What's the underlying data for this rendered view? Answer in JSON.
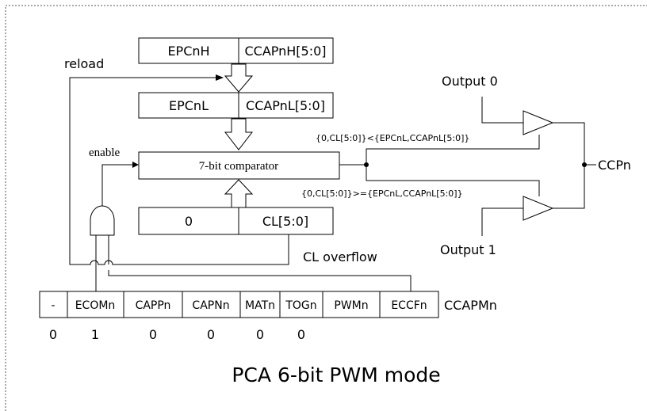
{
  "registers_top": {
    "high": {
      "left": "EPCnH",
      "right": "CCAPnH[5:0]"
    },
    "low": {
      "left": "EPCnL",
      "right": "CCAPnL[5:0]"
    }
  },
  "labels": {
    "reload": "reload",
    "enable": "enable",
    "comparator": "7-bit comparator",
    "counter_left": "0",
    "counter_right": "CL[5:0]",
    "cl_overflow": "CL overflow",
    "output0": "Output 0",
    "output1": "Output 1",
    "ccpn": "CCPn",
    "cond_less": "{0,CL[5:0]}<{EPCnL,CCAPnL[5:0]}",
    "cond_ge": "{0,CL[5:0]}>={EPCnL,CCAPnL[5:0]}"
  },
  "ccapm": {
    "name": "CCAPMn",
    "bits": [
      "-",
      "ECOMn",
      "CAPPn",
      "CAPNn",
      "MATn",
      "TOGn",
      "PWMn",
      "ECCFn"
    ],
    "values": [
      "0",
      "1",
      "0",
      "0",
      "0",
      "0"
    ]
  },
  "caption": "PCA 6-bit PWM mode"
}
